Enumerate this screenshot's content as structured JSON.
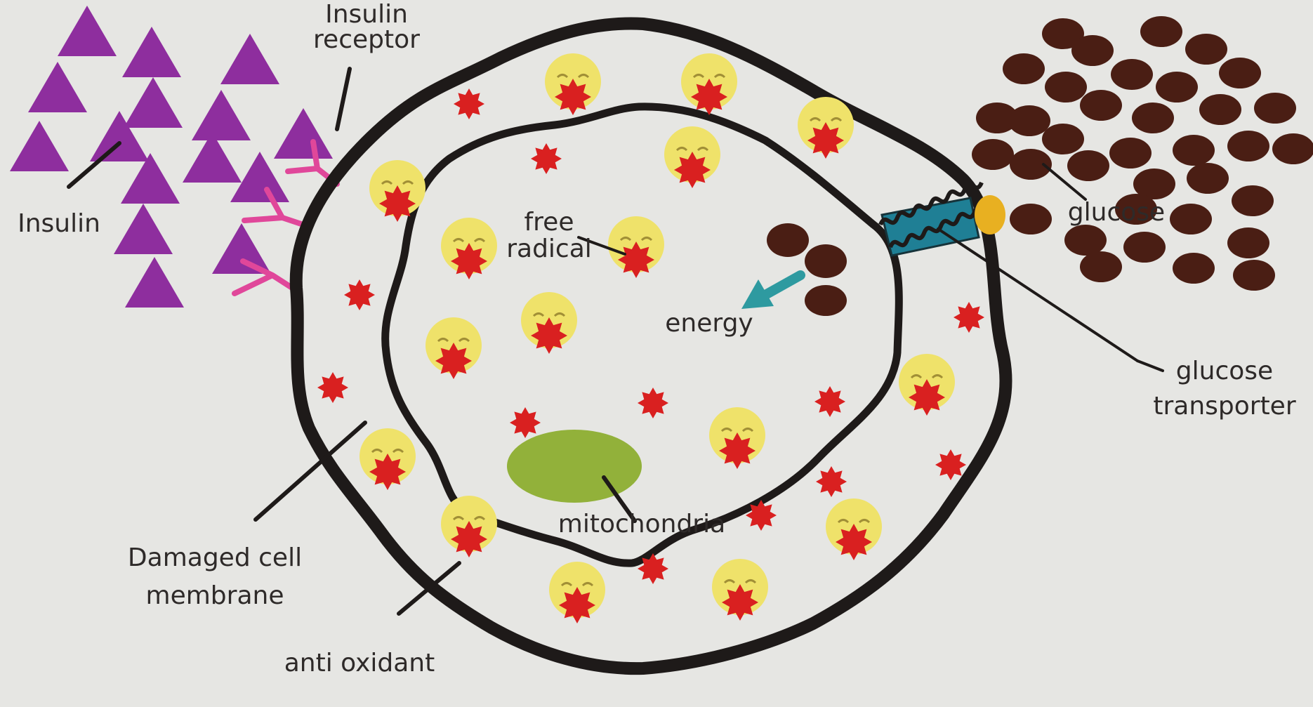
{
  "labels": {
    "insulin_receptor_line1": "Insulin",
    "insulin_receptor_line2": "receptor",
    "insulin": "Insulin",
    "free_radical_line1": "free",
    "free_radical_line2": "radical",
    "energy": "energy",
    "glucose": "glucose",
    "glucose_transporter_line1": "glucose",
    "glucose_transporter_line2": "transporter",
    "mitochondria": "mitochondria",
    "damaged_cell_membrane_line1": "Damaged cell",
    "damaged_cell_membrane_line2": "membrane",
    "anti_oxidant": "anti oxidant"
  },
  "colors": {
    "background": "#e6e6e3",
    "insulin": "#8e2e9e",
    "receptor": "#e0479a",
    "membrane": "#1e1a19",
    "free_radical": "#d92020",
    "antioxidant": "#efe26a",
    "glucose": "#4a1e14",
    "transporter": "#1f7f95",
    "transporter_cap": "#e8b021",
    "energy_arrow": "#2e9aa0",
    "mitochondria": "#92b13a",
    "text": "#2e2a29"
  },
  "icons": [
    "insulin-triangle-icon",
    "insulin-receptor-icon",
    "free-radical-icon",
    "antioxidant-face-icon",
    "glucose-molecule-icon",
    "glucose-transporter-icon",
    "energy-arrow-icon",
    "mitochondria-icon"
  ]
}
